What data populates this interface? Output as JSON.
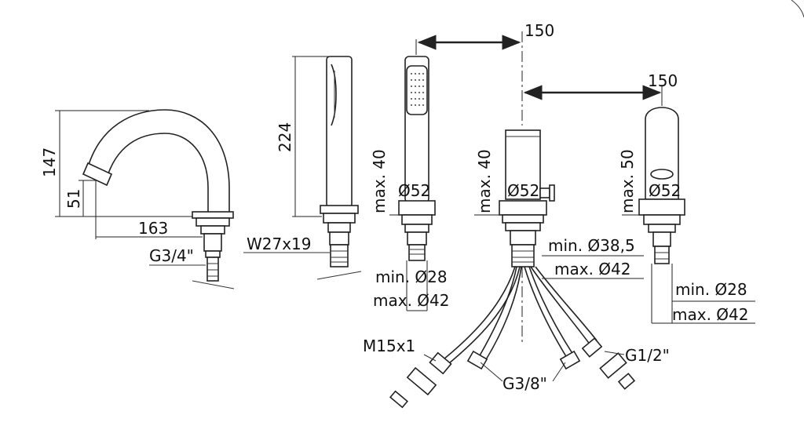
{
  "diagram": {
    "labels": {
      "dim_150_top": "150",
      "dim_150_right": "150",
      "dim_147": "147",
      "dim_51": "51",
      "dim_163": "163",
      "dim_224": "224",
      "g34": "G3/4\"",
      "w27x19": "W27x19",
      "max40_a": "max. 40",
      "max40_b": "max. 40",
      "max50": "max. 50",
      "d52_a": "Ø52",
      "d52_b": "Ø52",
      "d52_c": "Ø52",
      "min28_a": "min. Ø28",
      "max42_a": "max. Ø42",
      "min385": "min. Ø38,5",
      "max42_b": "max. Ø42",
      "min28_b": "min. Ø28",
      "max42_c": "max. Ø42",
      "m15x1": "M15x1",
      "g38": "G3/8\"",
      "g12": "G1/2\""
    }
  }
}
